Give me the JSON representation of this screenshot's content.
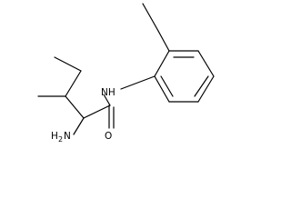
{
  "molecule": {
    "atom_labels": {
      "amide_nh": "NH",
      "carbonyl_o": "O",
      "amine_h": "H",
      "amine_subscript": "2",
      "amine_n": "N"
    },
    "colors": {
      "bond": "#000000",
      "text": "#000000",
      "background": "#ffffff"
    }
  }
}
